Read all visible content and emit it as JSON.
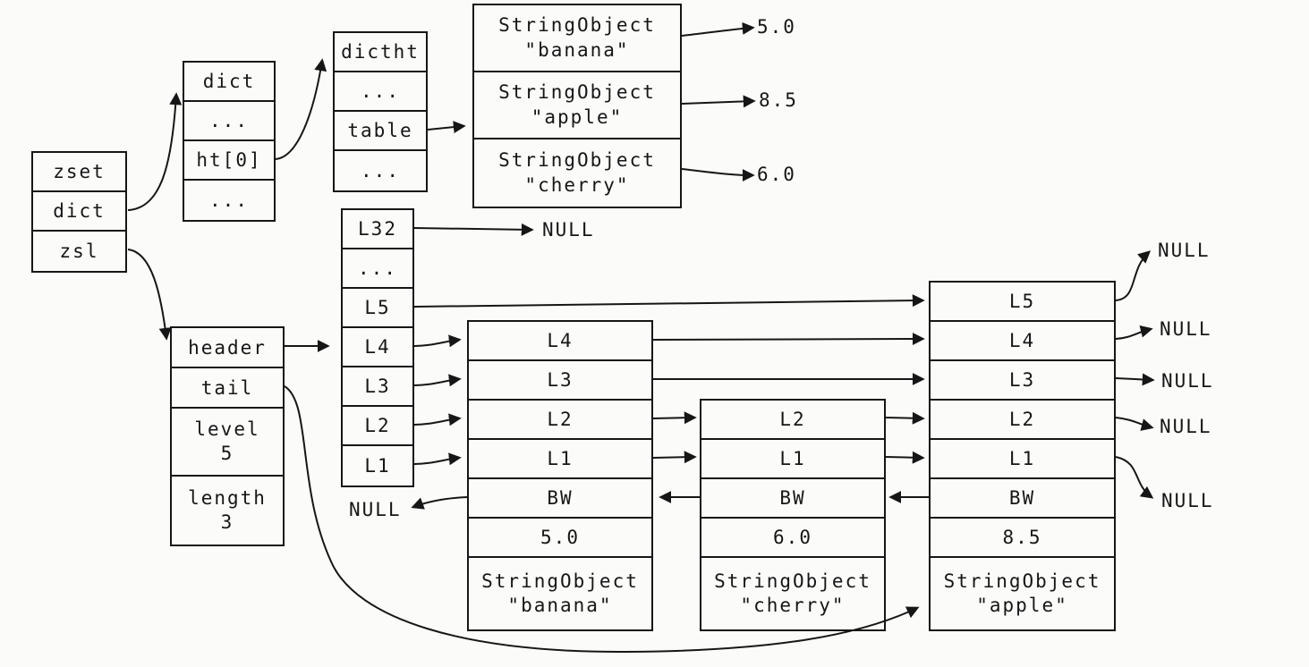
{
  "zset_box": {
    "rows": [
      "zset",
      "dict",
      "zsl"
    ]
  },
  "dict_box": {
    "rows": [
      "dict",
      "...",
      "ht[0]",
      "..."
    ]
  },
  "dictht_box": {
    "rows": [
      "dictht",
      "...",
      "table",
      "..."
    ]
  },
  "bucket_table": {
    "entries": [
      {
        "type": "StringObject",
        "value": "\"banana\"",
        "score": "5.0"
      },
      {
        "type": "StringObject",
        "value": "\"apple\"",
        "score": "8.5"
      },
      {
        "type": "StringObject",
        "value": "\"cherry\"",
        "score": "6.0"
      }
    ]
  },
  "zsl_box": {
    "header": "header",
    "tail": "tail",
    "level_label": "level",
    "level_value": "5",
    "length_label": "length",
    "length_value": "3"
  },
  "head_column": {
    "levels": [
      "L32",
      "...",
      "L5",
      "L4",
      "L3",
      "L2",
      "L1"
    ]
  },
  "nodes": [
    {
      "levels": [
        "L4",
        "L3",
        "L2",
        "L1"
      ],
      "backward": "BW",
      "score": "5.0",
      "obj_type": "StringObject",
      "obj_value": "\"banana\""
    },
    {
      "levels": [
        "L2",
        "L1"
      ],
      "backward": "BW",
      "score": "6.0",
      "obj_type": "StringObject",
      "obj_value": "\"cherry\""
    },
    {
      "levels": [
        "L5",
        "L4",
        "L3",
        "L2",
        "L1"
      ],
      "backward": "BW",
      "score": "8.5",
      "obj_type": "StringObject",
      "obj_value": "\"apple\""
    }
  ],
  "null_labels": {
    "l32": "NULL",
    "banana_bw": "NULL",
    "right": [
      "NULL",
      "NULL",
      "NULL",
      "NULL",
      "NULL"
    ]
  },
  "colors": {
    "ink": "#161616",
    "paper": "#fbfbf9"
  }
}
